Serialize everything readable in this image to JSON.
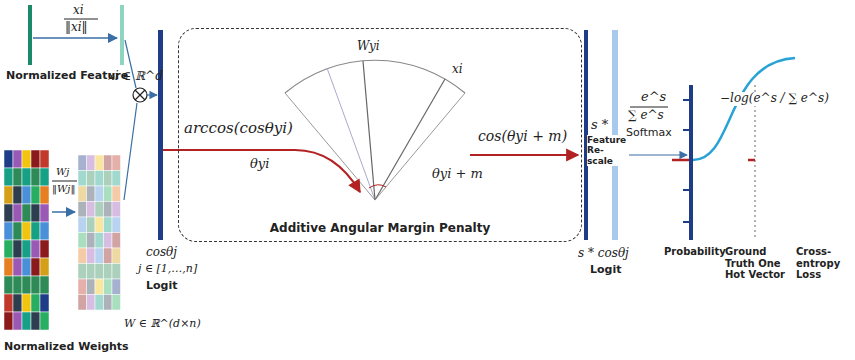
{
  "diagram": {
    "nodes": [
      {
        "text": [
          "Additive Angular Margin Penalty"
        ]
      }
    ],
    "labels": [
      "xi",
      "‖xi‖",
      "Normalized Feature",
      "xi ∈ ℝ^d",
      "Wj",
      "‖Wj‖",
      "Normalized Weights",
      "W ∈ ℝ^(d×n)",
      "cosθj",
      "j ∈ [1,…,n]",
      "Logit",
      "arccos(cosθyi)",
      "θyi",
      "Wyi",
      "xi",
      "θyi + m",
      "cos(θyi + m)",
      "s *",
      "Feature Re-scale",
      "s * cosθj",
      "Logit",
      "e^s",
      "∑ e^s",
      "Softmax",
      "Probability",
      "Ground Truth One Hot Vector",
      "Cross-entropy Loss",
      "−log(e^s / ∑ e^s)"
    ]
  }
}
